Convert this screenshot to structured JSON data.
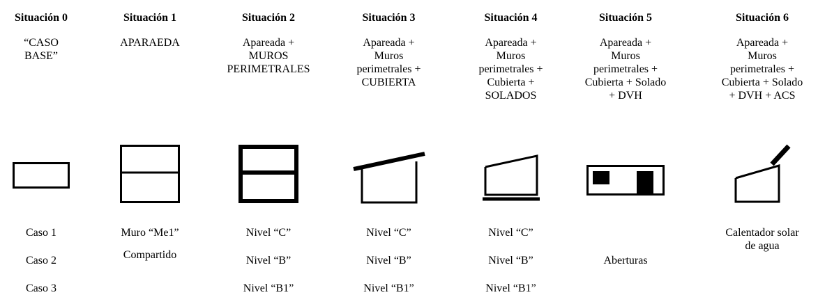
{
  "columns": [
    {
      "title": "Situación 0",
      "desc": [
        "“CASO",
        "BASE”"
      ],
      "notes": [
        "Caso 1",
        "Caso 2",
        "Caso 3"
      ],
      "icon": "single-room-icon"
    },
    {
      "title": "Situación 1",
      "desc": [
        "APARAEDA"
      ],
      "notes": [
        "Muro “Me1”",
        "Compartido"
      ],
      "icon": "paired-rooms-icon"
    },
    {
      "title": "Situación 2",
      "desc": [
        "Apareada +",
        "MUROS",
        "PERIMETRALES"
      ],
      "notes": [
        "Nivel “C”",
        "Nivel “B”",
        "Nivel “B1”"
      ],
      "icon": "insulated-walls-icon"
    },
    {
      "title": "Situación 3",
      "desc": [
        "Apareada +",
        "Muros",
        "perimetrales +",
        "CUBIERTA"
      ],
      "notes": [
        "Nivel “C”",
        "Nivel “B”",
        "Nivel “B1”"
      ],
      "icon": "roof-icon"
    },
    {
      "title": "Situación 4",
      "desc": [
        "Apareada +",
        "Muros",
        "perimetrales +",
        "Cubierta +",
        "SOLADOS"
      ],
      "notes": [
        "Nivel “C”",
        "Nivel “B”",
        "Nivel “B1”"
      ],
      "icon": "floor-icon"
    },
    {
      "title": "Situación 5",
      "desc": [
        "Apareada +",
        "Muros",
        "perimetrales +",
        "Cubierta + Solado",
        "+ DVH"
      ],
      "notes": [
        "Aberturas"
      ],
      "icon": "windows-icon"
    },
    {
      "title": "Situación 6",
      "desc": [
        "Apareada +",
        "Muros",
        "perimetrales +",
        "Cubierta + Solado",
        "+ DVH + ACS"
      ],
      "notes": [
        "Calentador solar",
        "de agua"
      ],
      "icon": "solar-heater-icon"
    }
  ]
}
